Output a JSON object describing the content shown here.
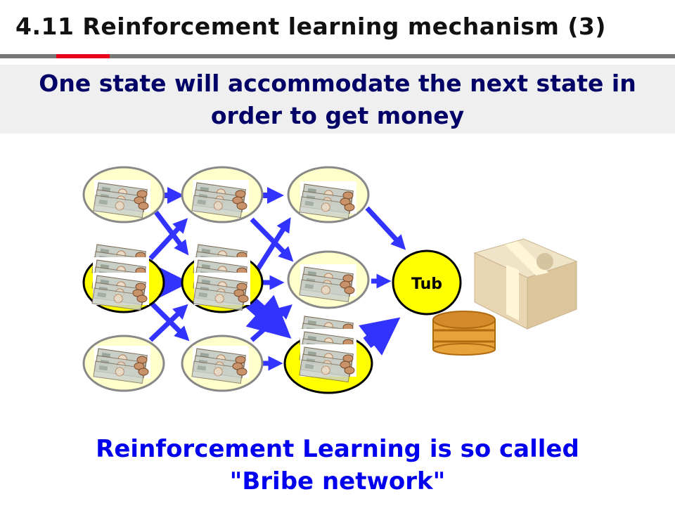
{
  "slide": {
    "title": "4.11 Reinforcement learning mechanism (3)",
    "subtitle_line1": "One state will accommodate the next state in",
    "subtitle_line2": "order to get money",
    "footer_line1": "Reinforcement Learning is so called",
    "footer_line2": "\"Bribe network\""
  },
  "diagram": {
    "goal_label": "Tub",
    "colors": {
      "arrow": "#3333ff",
      "pale_node": "#ffffcc",
      "active_node": "#ffff00",
      "title_red": "#e8001c",
      "subtitle_text": "#000066",
      "footer_text": "#0000ee"
    },
    "icons": [
      "banknotes-icon",
      "coins-icon",
      "wooden-tub-icon",
      "money-bundle-icon"
    ]
  }
}
